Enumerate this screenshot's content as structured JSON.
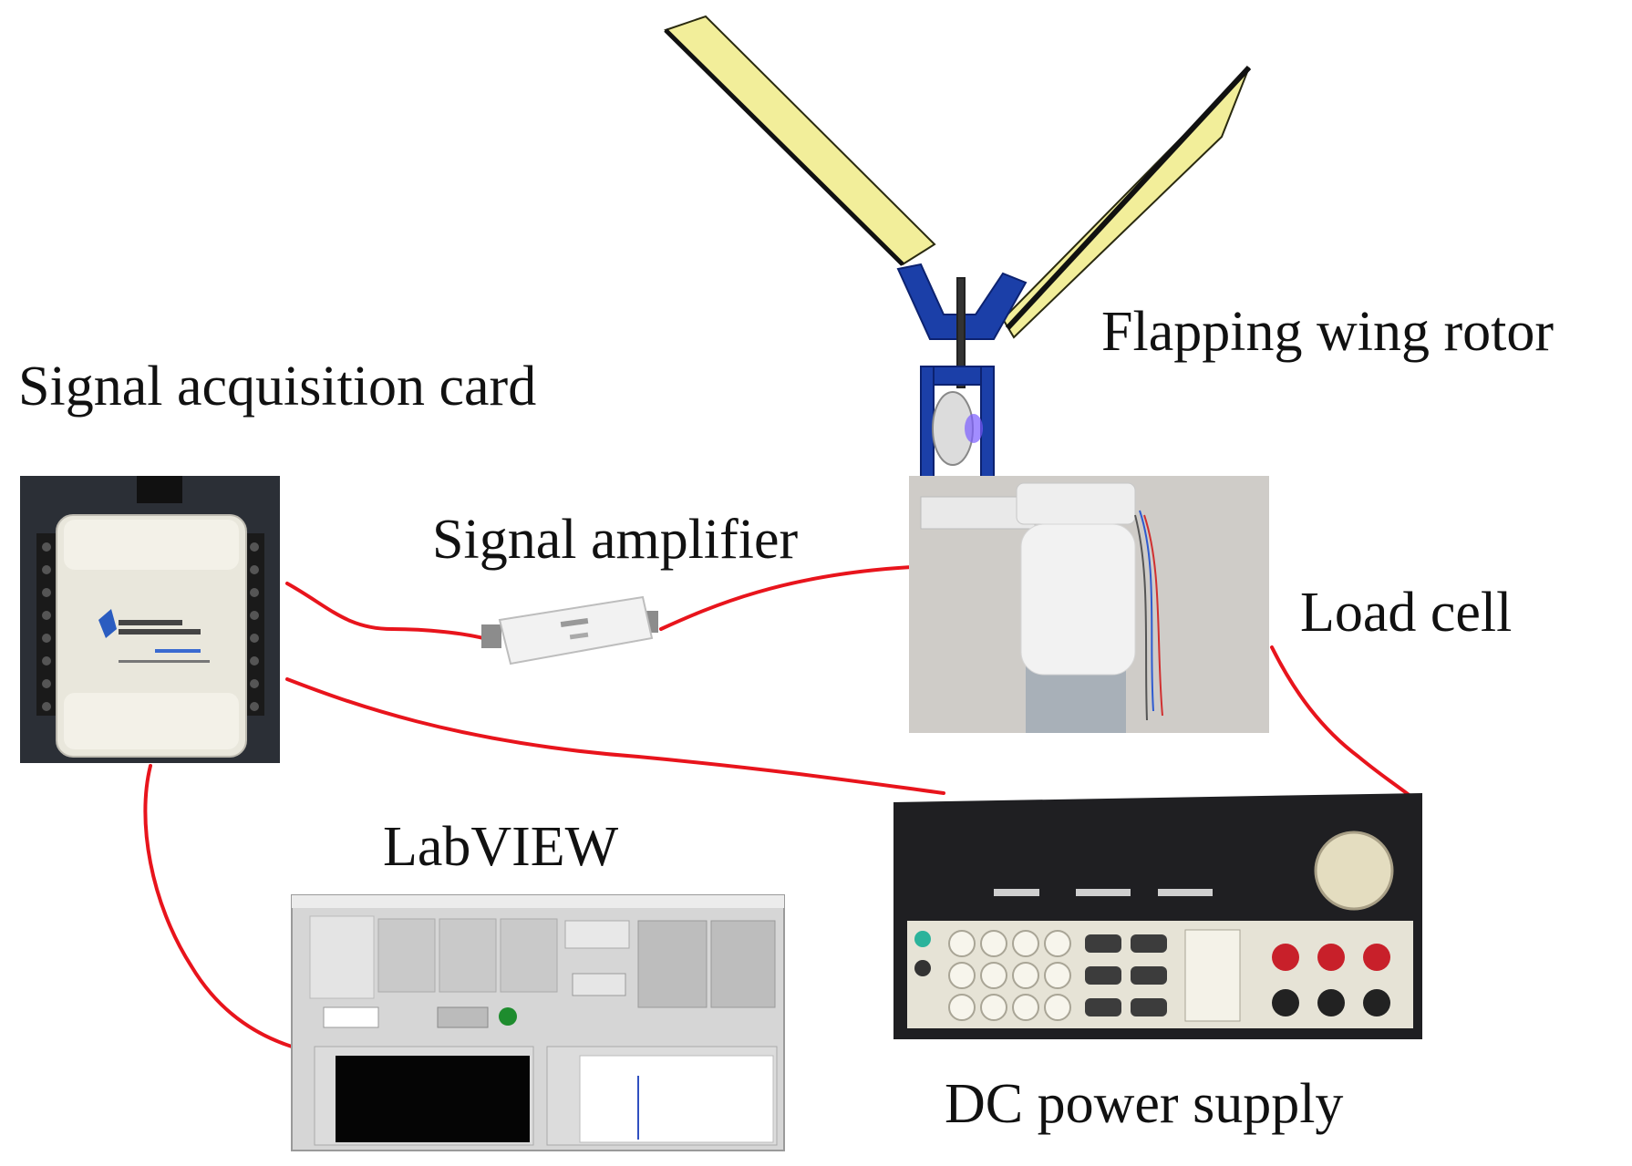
{
  "labels": {
    "rotor": "Flapping wing rotor",
    "acquisition": "Signal acquisition card",
    "amplifier": "Signal amplifier",
    "load_cell": "Load cell",
    "labview": "LabVIEW",
    "dc_power": "DC power supply"
  },
  "colors": {
    "wire": "#e8141c",
    "wing": "#f2ee9a",
    "frame": "#1b3fa8",
    "load_cell_bg": "#cfccc8",
    "psu_body": "#1f1f22",
    "card_body": "#e9e7dc"
  },
  "icons": [
    "flapping-wing-rotor-illustration",
    "ni-daq-card-photo",
    "amplifier-photo",
    "load-cell-photo",
    "dc-power-supply-photo",
    "labview-screenshot"
  ]
}
